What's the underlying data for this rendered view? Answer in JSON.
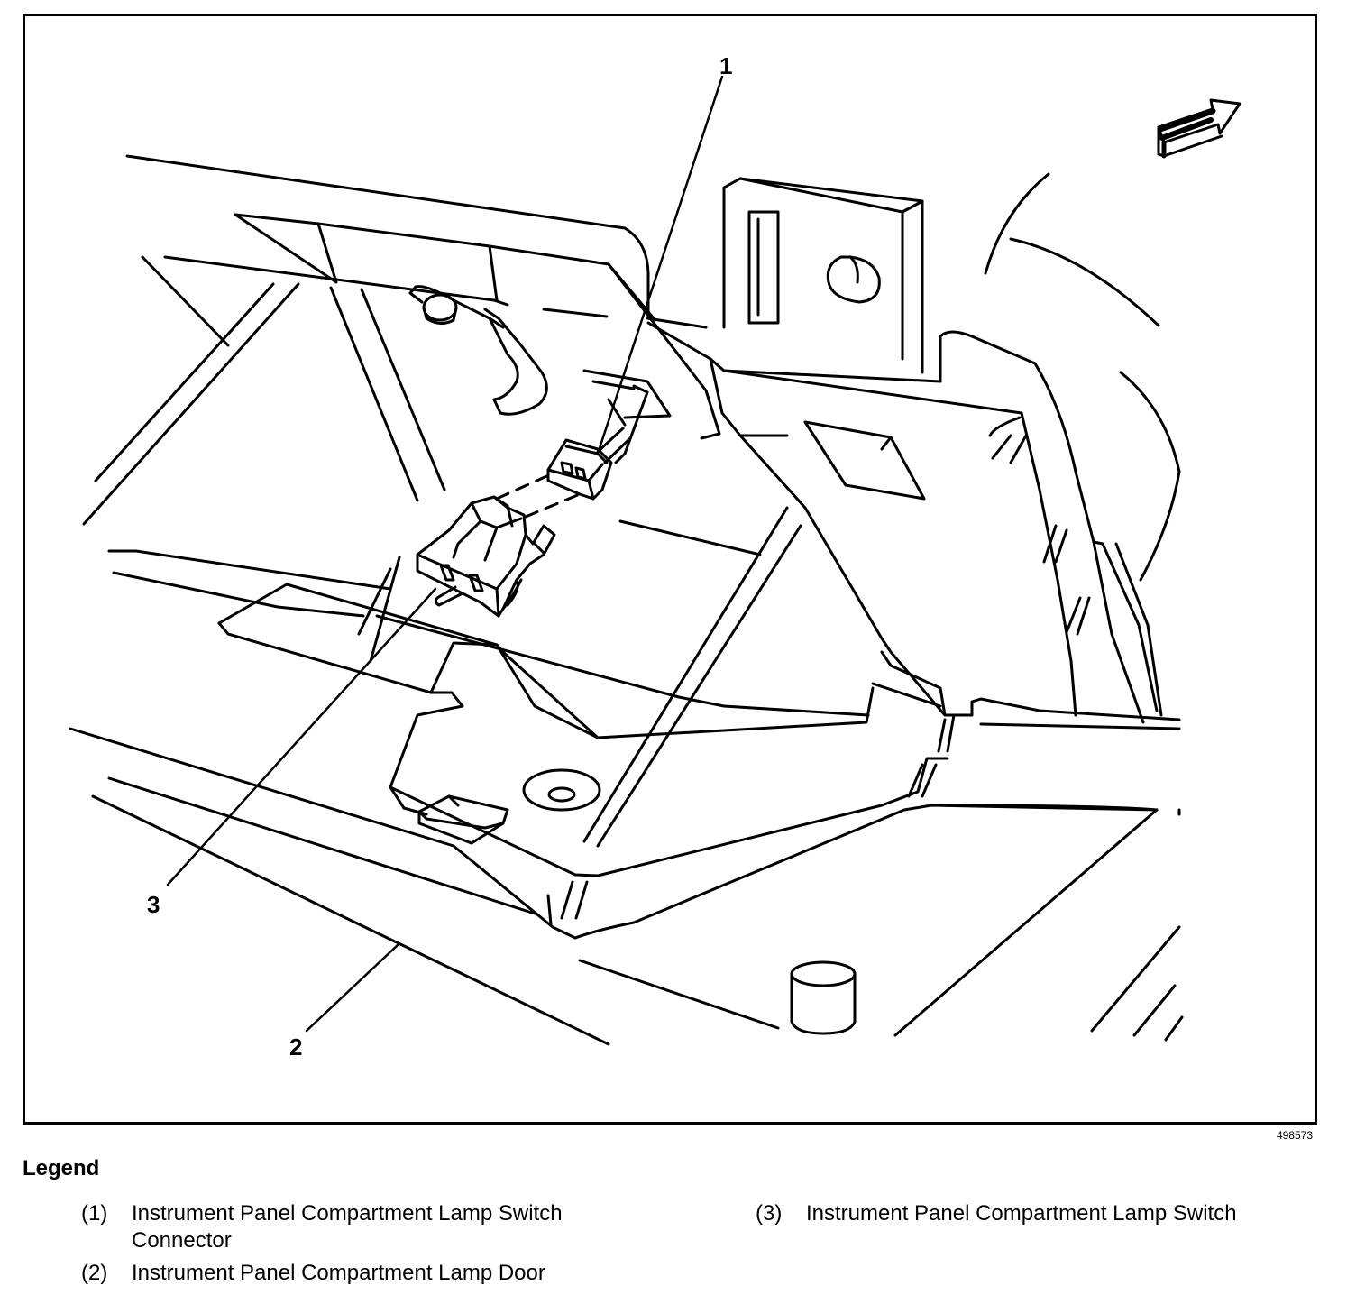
{
  "figure": {
    "figure_id": "498573",
    "callouts": [
      "1",
      "2",
      "3"
    ],
    "icons": [
      "arrow-icon"
    ]
  },
  "legend": {
    "title": "Legend",
    "items": [
      {
        "number": "(1)",
        "line1": "Instrument Panel Compartment Lamp Switch",
        "line2": "Connector"
      },
      {
        "number": "(2)",
        "line1": "Instrument Panel Compartment Lamp Door",
        "line2": ""
      },
      {
        "number": "(3)",
        "line1": "Instrument Panel Compartment Lamp Switch",
        "line2": ""
      }
    ]
  }
}
